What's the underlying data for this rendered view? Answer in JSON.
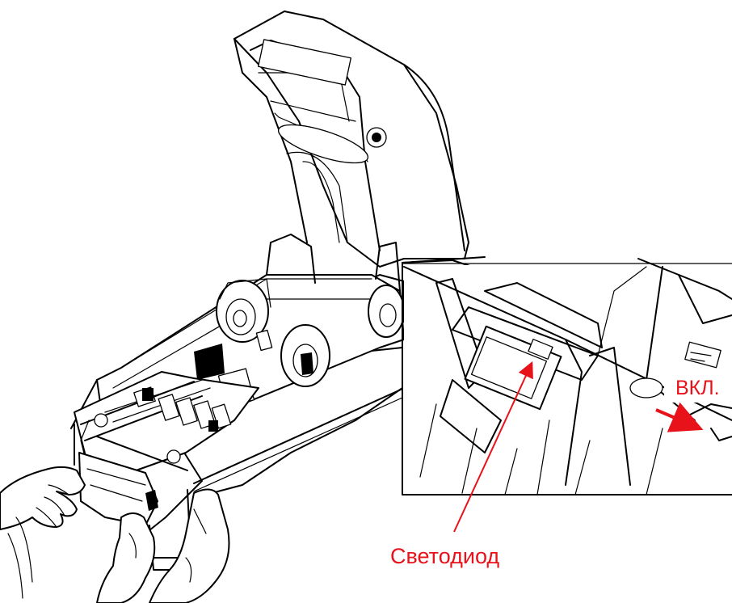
{
  "labels": {
    "led": "Светодиод",
    "power_on": "ВКЛ."
  },
  "colors": {
    "annotation": "#e8121b",
    "line": "#000000",
    "background": "#ffffff"
  },
  "icons": {
    "printer": "printer-open-cover-drawing",
    "hands": "hands-holding-printer",
    "zoom_detail": "power-switch-led-closeup",
    "pointer": "arrow-to-led",
    "switch_direction": "arrow-switch-on"
  }
}
